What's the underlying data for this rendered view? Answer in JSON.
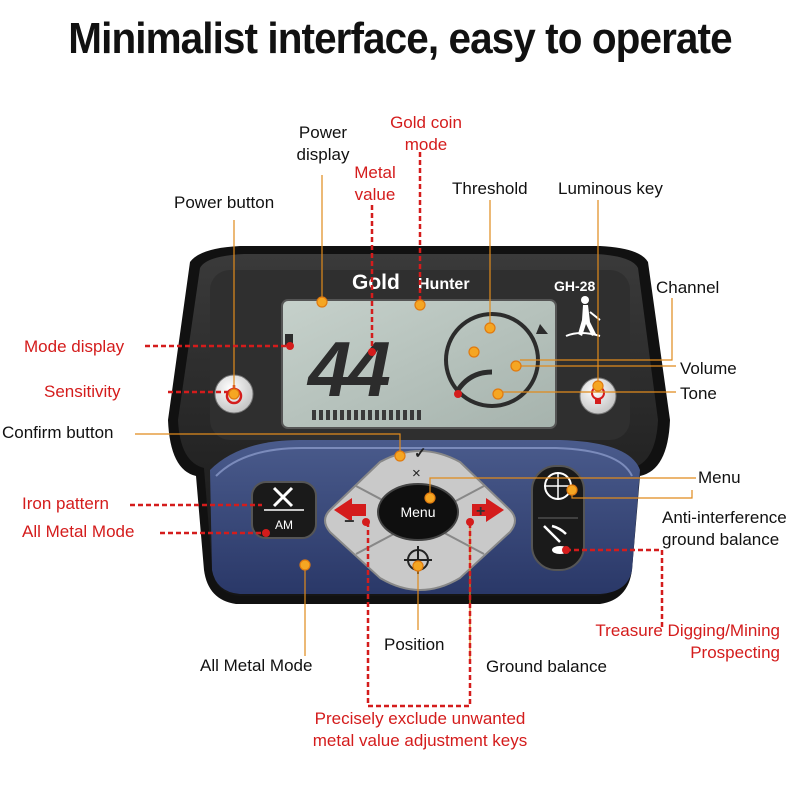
{
  "headline": "Minimalist interface, easy to operate",
  "device": {
    "brand_gold": "Gold",
    "brand_hunter": "Hunter",
    "model": "GH-28",
    "lcd_digits": "44",
    "menu_key": "Menu",
    "check_glyph": "✓",
    "cross_glyph": "×",
    "minus_glyph": "−",
    "plus_glyph": "+",
    "am_key": "AM",
    "body_color": "#2a2a2a",
    "panel_color": "#3b4a7a",
    "lcd_color": "#b7c3bd"
  },
  "labels": {
    "power_display": [
      "Power",
      "display"
    ],
    "gold_coin_mode": [
      "Gold coin",
      "mode"
    ],
    "metal_value": [
      "Metal",
      "value"
    ],
    "threshold": "Threshold",
    "luminous_key": "Luminous key",
    "power_button": "Power button",
    "channel": "Channel",
    "mode_display": "Mode display",
    "volume": "Volume",
    "sensitivity": "Sensitivity",
    "tone": "Tone",
    "confirm_button": "Confirm button",
    "menu": "Menu",
    "iron_pattern": "Iron pattern",
    "anti_interference": [
      "Anti-interference",
      "ground balance"
    ],
    "all_metal_mode_red": "All Metal Mode",
    "treasure_digging": [
      "Treasure Digging/Mining",
      "Prospecting"
    ],
    "position": "Position",
    "all_metal_mode_black": "All Metal Mode",
    "ground_balance": "Ground balance",
    "precisely_exclude": [
      "Precisely exclude unwanted",
      "metal value adjustment keys"
    ]
  },
  "colors": {
    "callout_red": "#d41c1c",
    "callout_black": "#111111",
    "marker_orange": "#f5a623"
  }
}
